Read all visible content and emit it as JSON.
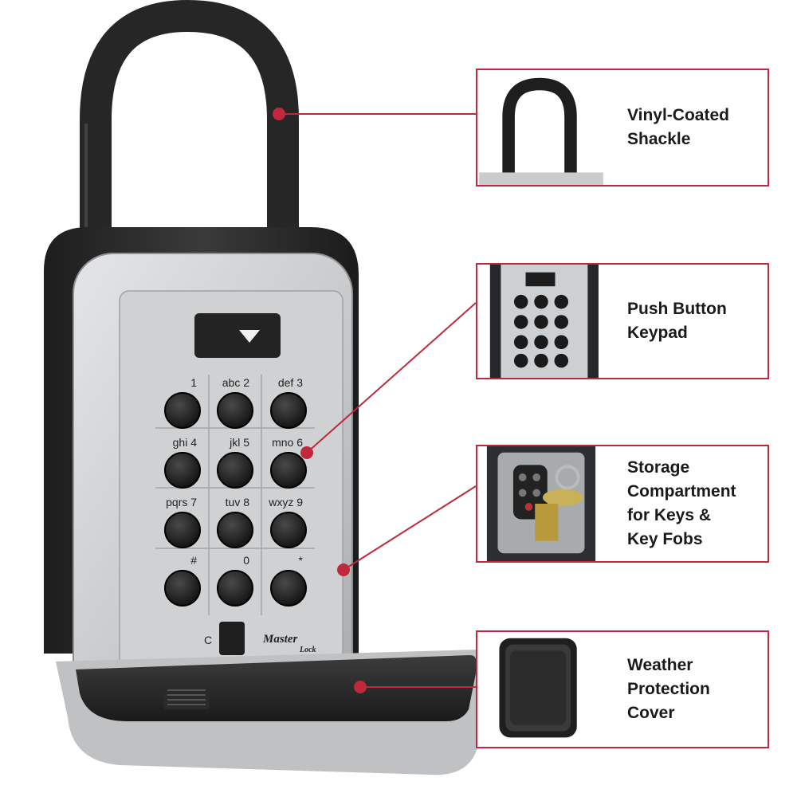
{
  "product": {
    "keypad_keys": [
      {
        "num": "1",
        "letters": ""
      },
      {
        "num": "2",
        "letters": "abc"
      },
      {
        "num": "3",
        "letters": "def"
      },
      {
        "num": "4",
        "letters": "ghi"
      },
      {
        "num": "5",
        "letters": "jkl"
      },
      {
        "num": "6",
        "letters": "mno"
      },
      {
        "num": "7",
        "letters": "pqrs"
      },
      {
        "num": "8",
        "letters": "tuv"
      },
      {
        "num": "9",
        "letters": "wxyz"
      },
      {
        "num": "#",
        "letters": ""
      },
      {
        "num": "0",
        "letters": ""
      },
      {
        "num": "*",
        "letters": ""
      }
    ],
    "clear_key": "C",
    "brand_line1": "Master",
    "brand_line2": "Lock"
  },
  "features": [
    {
      "id": "shackle",
      "lines": [
        "Vinyl-Coated",
        "Shackle"
      ]
    },
    {
      "id": "keypad",
      "lines": [
        "Push Button",
        "Keypad"
      ]
    },
    {
      "id": "storage",
      "lines": [
        "Storage",
        "Compartment",
        "for Keys &",
        "Key Fobs"
      ]
    },
    {
      "id": "cover",
      "lines": [
        "Weather",
        "Protection",
        "Cover"
      ]
    }
  ],
  "colors": {
    "accent": "#c0283c",
    "lock_body": "#2b2b2b",
    "face_silver": "#c9cbcd",
    "button": "#1e1e1e"
  }
}
